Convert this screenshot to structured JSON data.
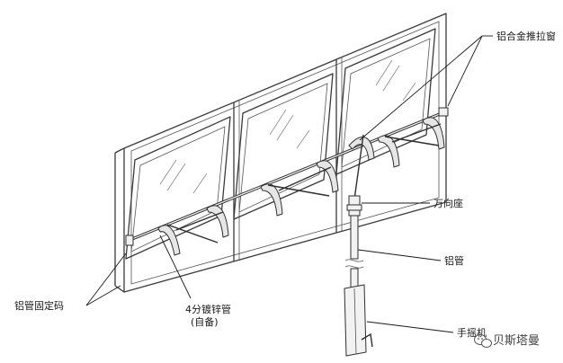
{
  "labels": {
    "push_window": "铝合金推拉窗",
    "universal_seat": "万向座",
    "aluminium_tube": "铝管",
    "crank": "手摇机",
    "tube_clamp": "铝管固定码",
    "galvanized_pipe": "4分镀锌管",
    "self_supplied": "(自备)"
  },
  "watermark": {
    "text": "贝斯塔曼",
    "icon": "wechat-icon"
  }
}
